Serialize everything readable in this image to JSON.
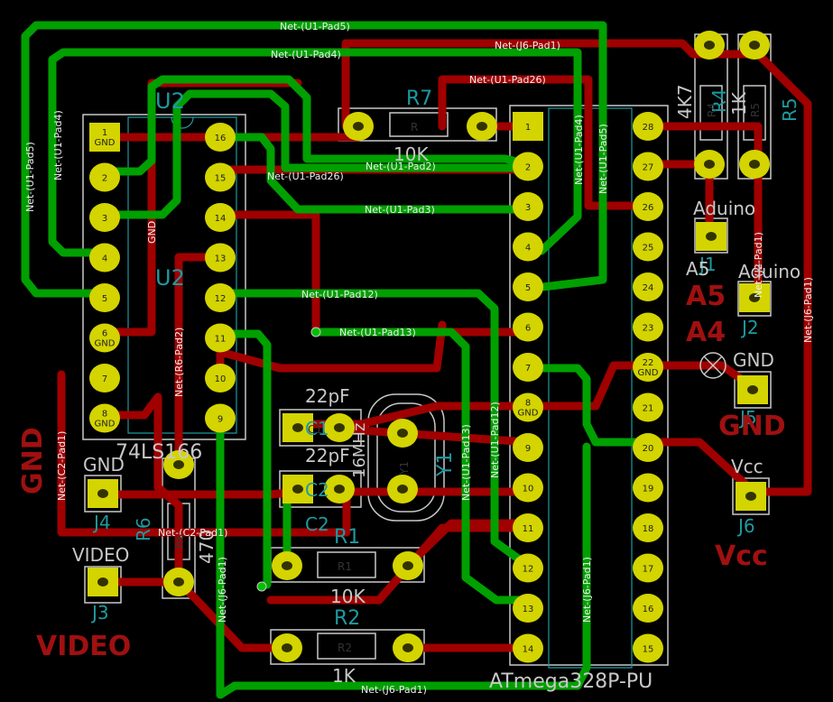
{
  "nets": {
    "u1_pad5": "Net-(U1-Pad5)",
    "u1_pad4": "Net-(U1-Pad4)",
    "j6_pad1": "Net-(J6-Pad1)",
    "u1_pad26": "Net-(U1-Pad26)",
    "u1_pad2": "Net-(U1-Pad2)",
    "u1_pad3": "Net-(U1-Pad3)",
    "u1_pad12": "Net-(U1-Pad12)",
    "u1_pad13": "Net-(U1-Pad13)",
    "r6_pad2": "Net-(R6-Pad2)",
    "c2_pad1": "Net-(C2-Pad1)",
    "j2_pad1": "Net-(J2-Pad1)",
    "gnd": "GND"
  },
  "labels": {
    "u2_ref": "U2",
    "u2_ref2": "U2",
    "u2_value": "74LS166",
    "u1_value": "ATmega328P-PU",
    "r7": "R7",
    "r7_inner": "R",
    "r7_value": "10K",
    "r1": "R1",
    "r1_inner": "R1",
    "r1_value": "10K",
    "r2": "R2",
    "r2_inner": "R2",
    "r2_value": "1K",
    "r4": "R4",
    "r4_inner": "R4",
    "r5": "R5",
    "r5_inner": "R5",
    "r_value_4k7": "4K7",
    "r_value_1k": "1K",
    "r6": "R6",
    "r6_inner": "R6",
    "r6_value": "470",
    "c1": "C1",
    "c1_inner": "C1",
    "c1_value": "22pF",
    "c2": "C2",
    "c2_inner": "C2",
    "c2_value": "22pF",
    "y1": "Y1",
    "y1_inner": "Y1",
    "y1_value": "16MHz",
    "j1": "J1",
    "j2": "J2",
    "j3": "J3",
    "j4": "J4",
    "j5": "J5",
    "j6": "J6",
    "j1_value": "Aduino",
    "j2_value": "Aduino",
    "j3_value": "VIDEO",
    "j4_value": "GND",
    "j5_value": "GND",
    "j6_value": "Vcc",
    "big_a5": "A5",
    "big_a4": "A4",
    "big_gnd_right": "GND",
    "big_vcc": "Vcc",
    "big_video": "VIDEO",
    "big_gnd_left": "GND",
    "a5_small": "A5"
  },
  "colors": {
    "background": "#000000",
    "front_copper": "#a00000",
    "back_copper": "#00a000",
    "pad": "#d4d400",
    "silkscreen": "#c8c8c8",
    "fab": "#1e9aa0",
    "label_red": "#a01010"
  }
}
